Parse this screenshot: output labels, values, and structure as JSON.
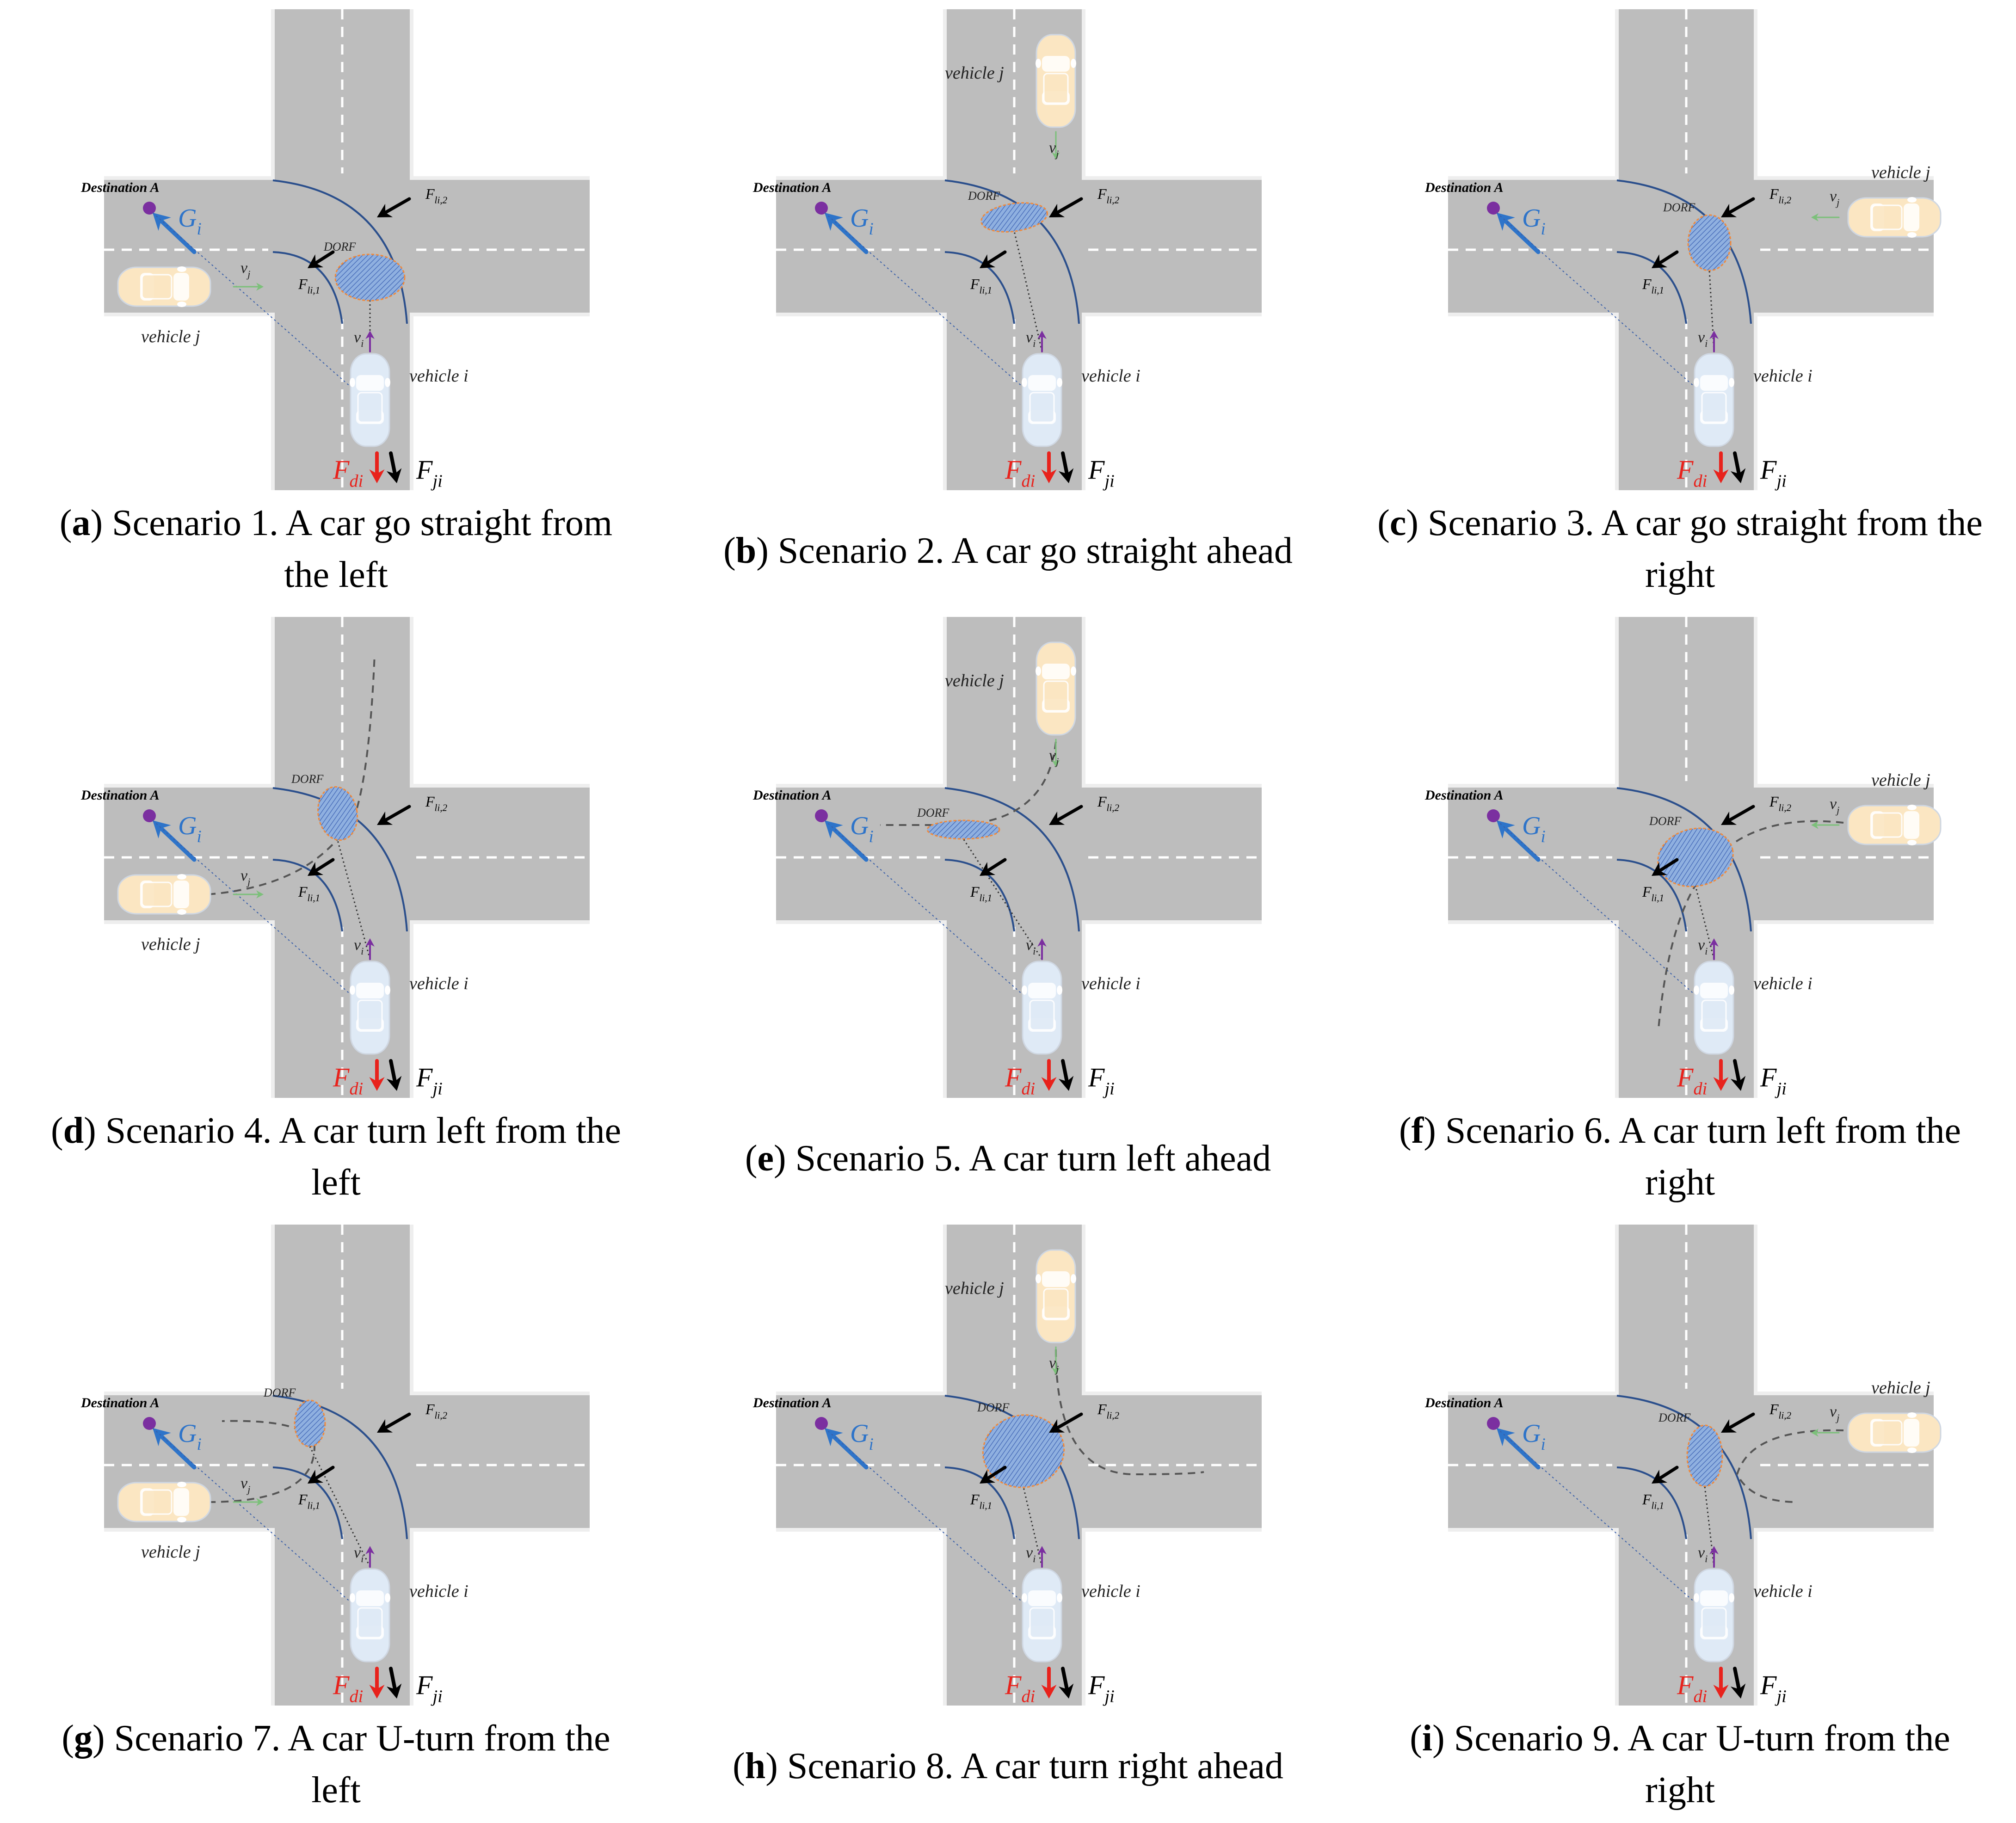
{
  "figure": {
    "panels": [
      {
        "letter": "a",
        "caption": "Scenario 1. A car go straight from the left",
        "caption_lines": [
          "Scenario 1. A car go straight from",
          "the left"
        ],
        "vehicle_j_position": "left",
        "vehicle_j_maneuver": "straight",
        "shows_destination": true
      },
      {
        "letter": "b",
        "caption": "Scenario 2. A car go straight ahead",
        "caption_lines": [
          "Scenario 2. A car go straight ahead"
        ],
        "vehicle_j_position": "top",
        "vehicle_j_maneuver": "straight",
        "shows_destination": true
      },
      {
        "letter": "c",
        "caption": "Scenario 3. A car go straight from the right",
        "caption_lines": [
          "Scenario 3. A car go straight from the",
          "right"
        ],
        "vehicle_j_position": "right",
        "vehicle_j_maneuver": "straight",
        "shows_destination": true
      },
      {
        "letter": "d",
        "caption": "Scenario 4. A car turn left from the left",
        "caption_lines": [
          "Scenario 4. A car turn left from the",
          "left"
        ],
        "vehicle_j_position": "left",
        "vehicle_j_maneuver": "turn-left",
        "shows_destination": true
      },
      {
        "letter": "e",
        "caption": "Scenario 5. A car turn left ahead",
        "caption_lines": [
          "Scenario 5. A car turn left ahead"
        ],
        "vehicle_j_position": "top",
        "vehicle_j_maneuver": "turn-left",
        "shows_destination": true
      },
      {
        "letter": "f",
        "caption": "Scenario 6. A car turn left from the right",
        "caption_lines": [
          "Scenario 6. A car turn left from the",
          "right"
        ],
        "vehicle_j_position": "right",
        "vehicle_j_maneuver": "turn-left",
        "shows_destination": true
      },
      {
        "letter": "g",
        "caption": "Scenario 7. A car U-turn from the left",
        "caption_lines": [
          "Scenario 7. A car U-turn from the",
          "left"
        ],
        "vehicle_j_position": "left",
        "vehicle_j_maneuver": "u-turn",
        "shows_destination": true
      },
      {
        "letter": "h",
        "caption": "Scenario 8. A car turn right ahead",
        "caption_lines": [
          "Scenario 8. A car turn right ahead"
        ],
        "vehicle_j_position": "top",
        "vehicle_j_maneuver": "turn-right",
        "shows_destination": true
      },
      {
        "letter": "i",
        "caption": "Scenario 9. A car U-turn from the right",
        "caption_lines": [
          "Scenario 9. A car U-turn from the",
          "right"
        ],
        "vehicle_j_position": "right",
        "vehicle_j_maneuver": "u-turn",
        "shows_destination": true
      }
    ],
    "labels": {
      "destination": "Destination A",
      "goal_force": "Gi",
      "dorf": "DORF",
      "vehicle_i": "vehicle i",
      "vehicle_j": "vehicle j",
      "velocity_i": "vi",
      "velocity_j": "vj",
      "force_di": "Fdi",
      "force_ji": "Fji",
      "force_li1": "Fli,1",
      "force_li2": "Fli,2"
    },
    "colors": {
      "road": "#bdbdbd",
      "lane_marking": "#ffffff",
      "boundary_line": "#2b4f8c",
      "goal_arrow": "#2e74c9",
      "destination_dot": "#7b2fa0",
      "dorf_fill": "#8fb0e0",
      "dorf_outline": "#f08a3c",
      "force_di": "#e8221c",
      "force_ji": "#000000",
      "velocity_i": "#7b2fa0",
      "velocity_j": "#7cc07a",
      "vehicle_i_body": "#dfeaf6",
      "vehicle_j_body": "#fbe6c2"
    }
  }
}
